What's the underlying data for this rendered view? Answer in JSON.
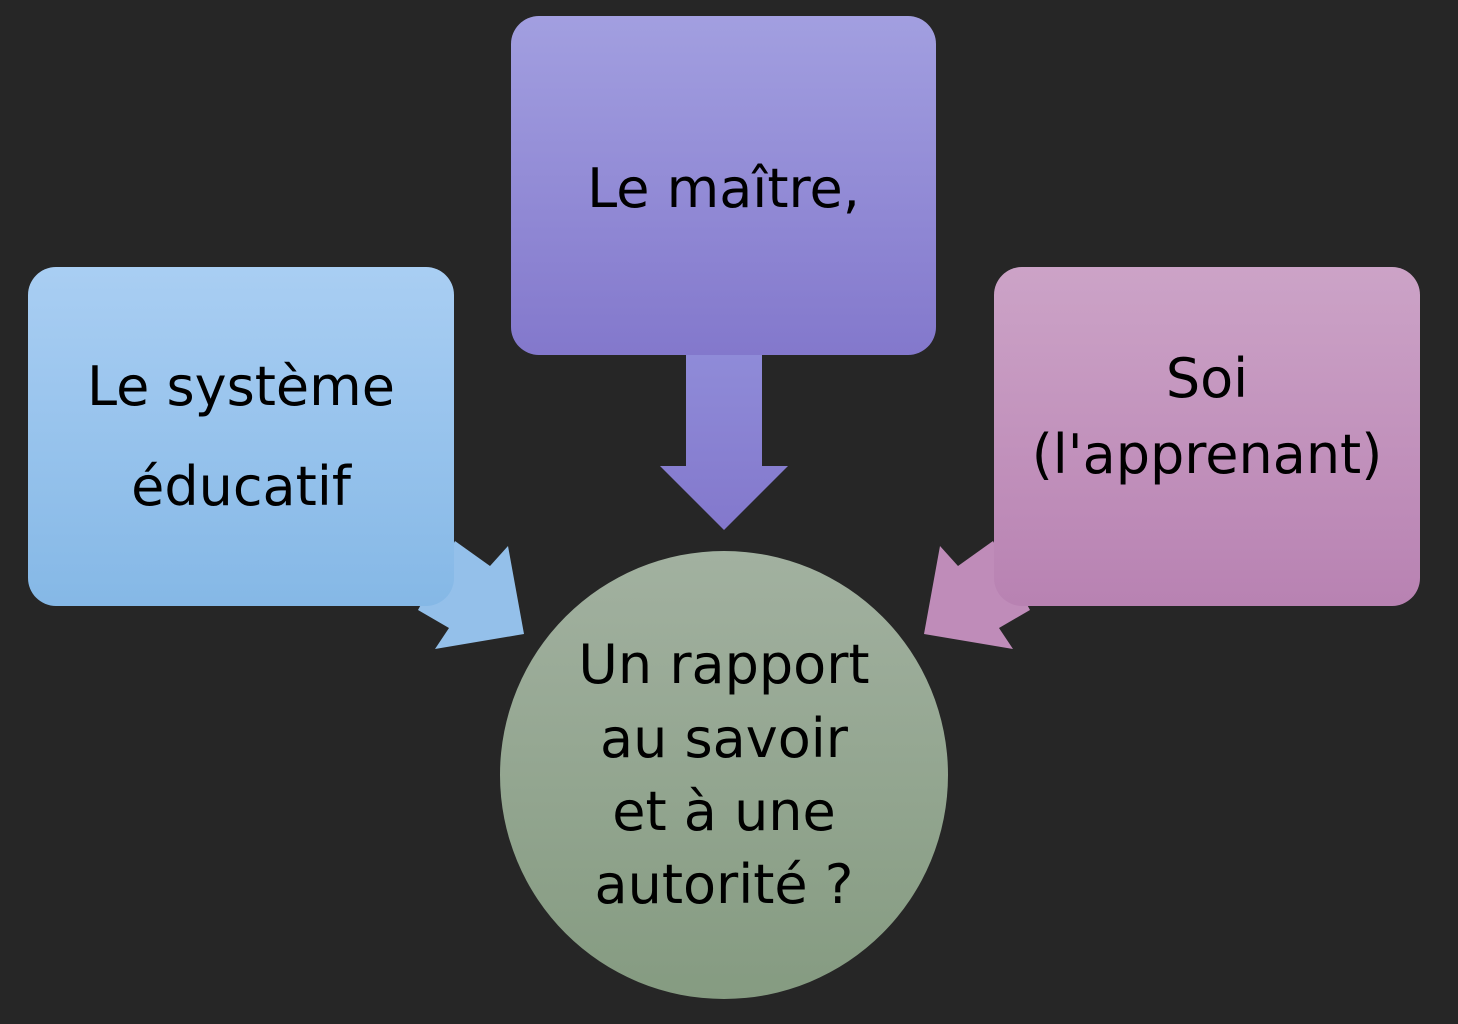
{
  "nodes": {
    "left": {
      "lines": [
        "Le système",
        "éducatif"
      ]
    },
    "middle": {
      "lines": [
        "Le maître,"
      ]
    },
    "right": {
      "lines": [
        "Soi",
        "(l'apprenant)"
      ]
    },
    "center": {
      "lines": [
        "Un rapport",
        "au savoir",
        "et à une",
        "autorité ?"
      ]
    }
  },
  "colors": {
    "background": "#262626",
    "left": "#97c3ec",
    "middle": "#928ad6",
    "right": "#c292bc",
    "center": "#94a690"
  }
}
